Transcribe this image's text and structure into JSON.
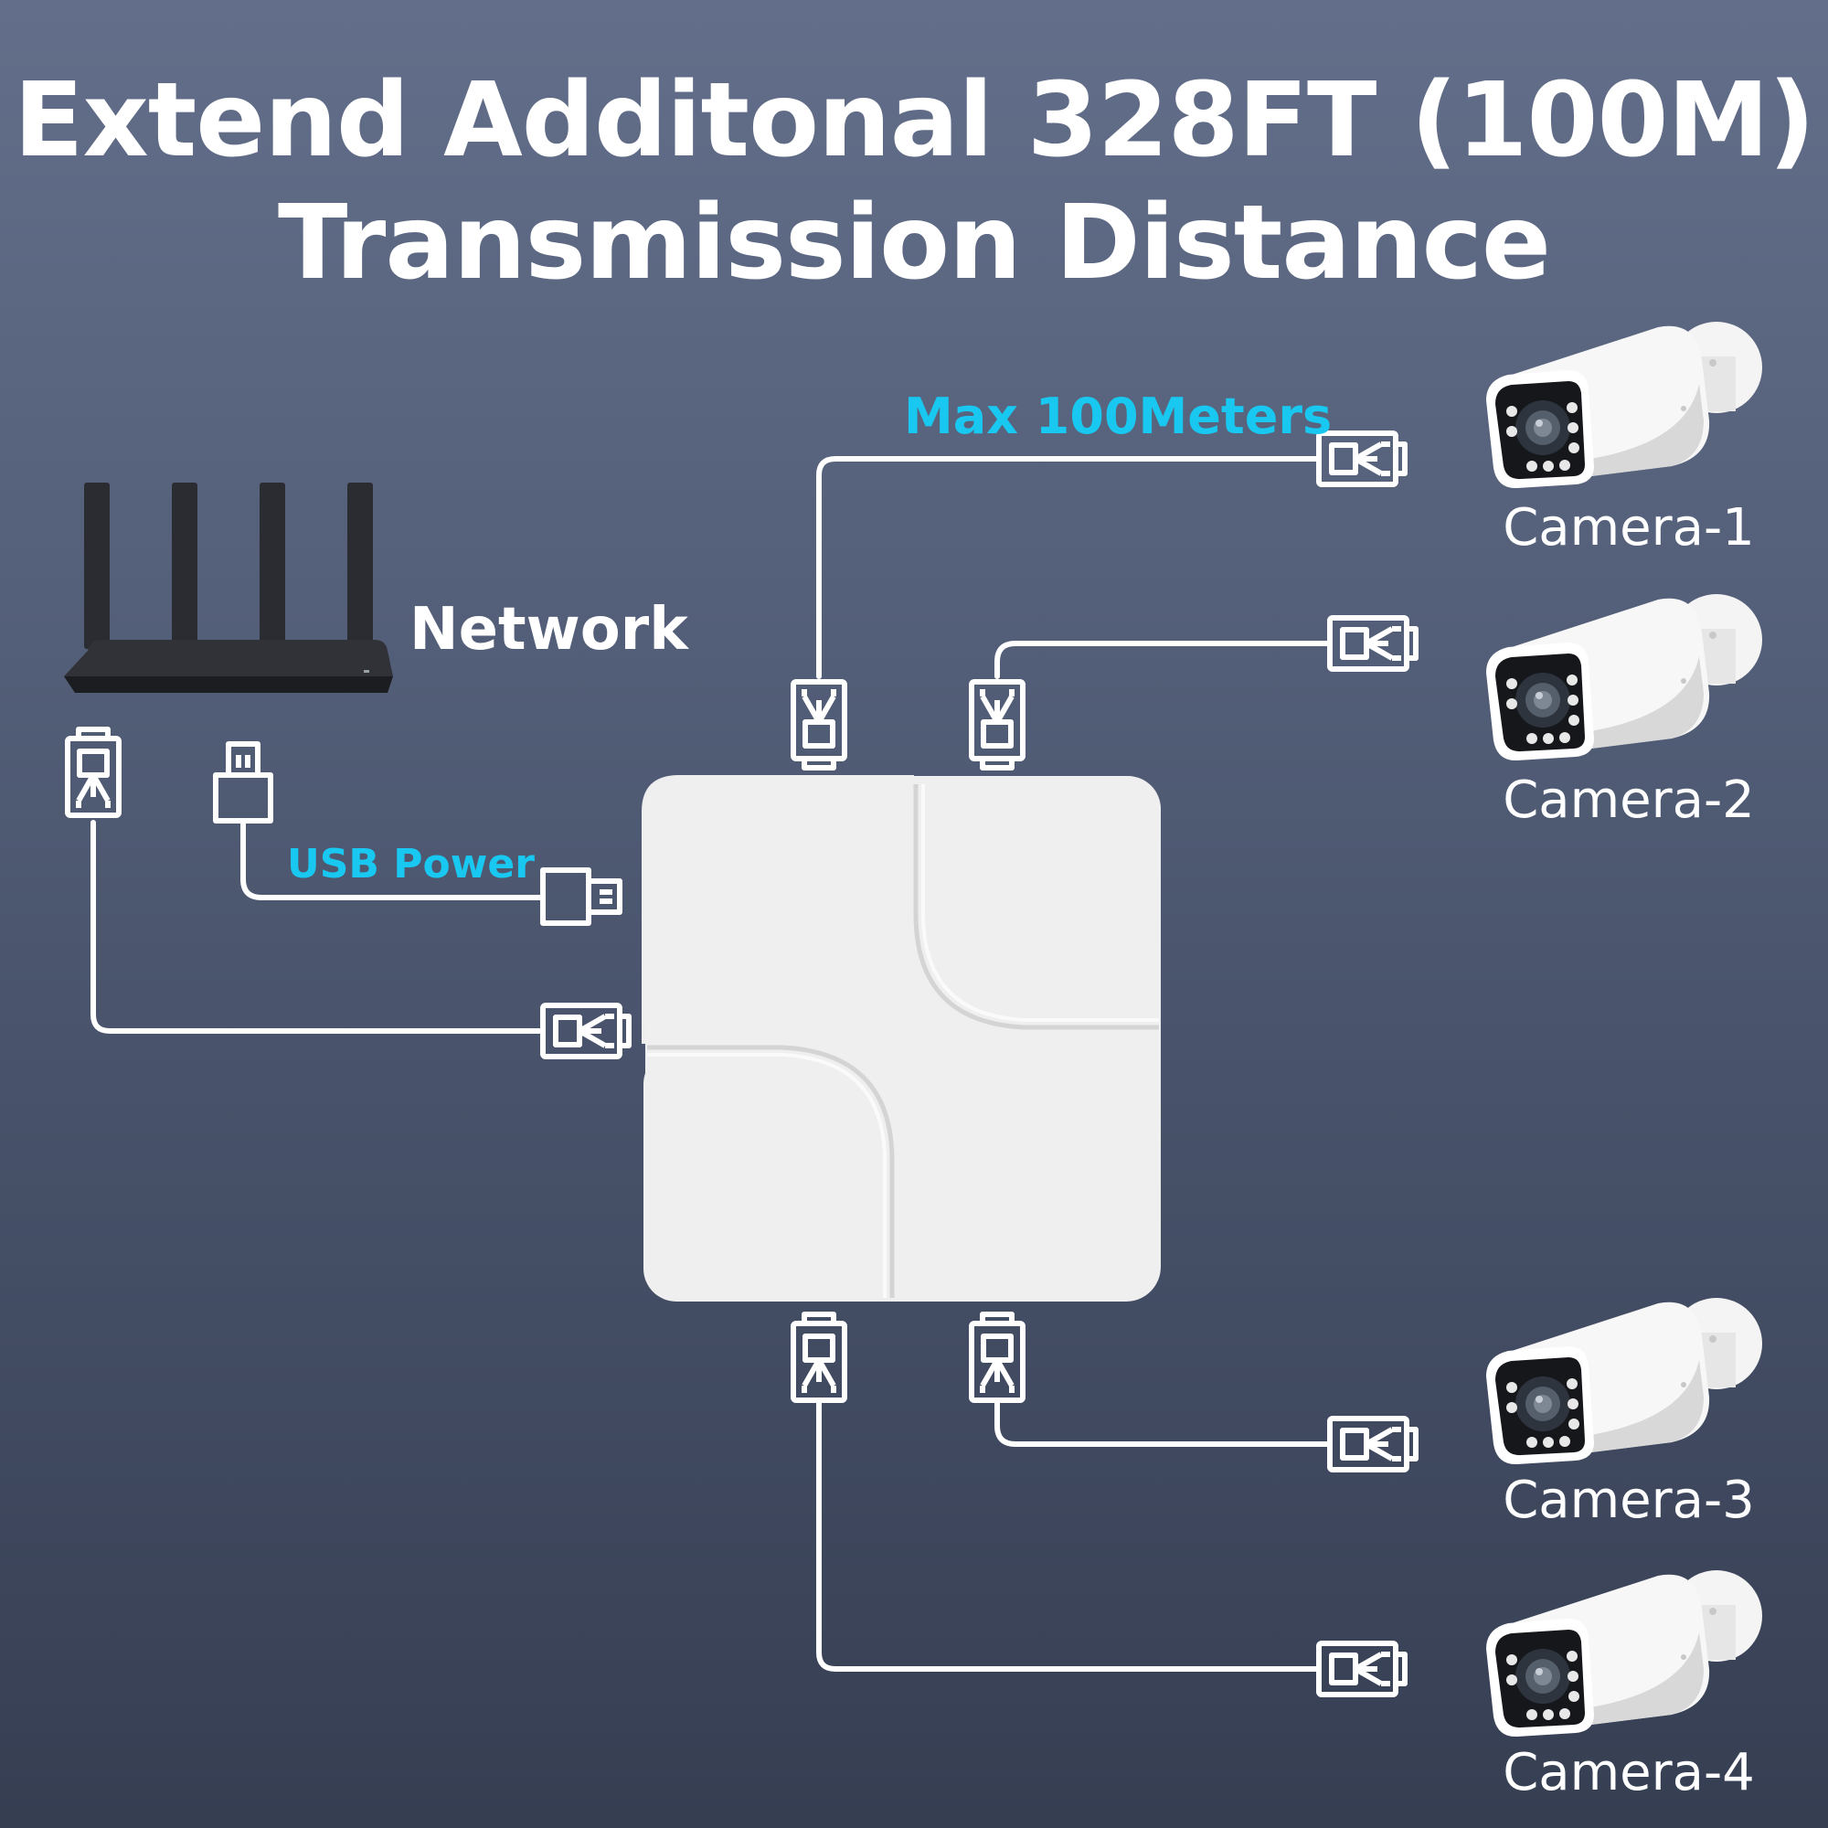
{
  "title": {
    "line1": "Extend Additonal 328FT (100M)",
    "line2": "Transmission Distance"
  },
  "labels": {
    "max_distance": "Max 100Meters",
    "network": "Network",
    "usb_power": "USB Power"
  },
  "cameras": [
    {
      "label": "Camera-1"
    },
    {
      "label": "Camera-2"
    },
    {
      "label": "Camera-3"
    },
    {
      "label": "Camera-4"
    }
  ],
  "icons": {
    "router": "router-icon",
    "switch": "poe-switch-icon",
    "ethernet": "rj45-plug-icon",
    "usb": "usb-plug-icon",
    "camera": "bullet-camera-icon"
  },
  "colors": {
    "background_top": "#636f8a",
    "background_bottom": "#363e52",
    "accent": "#18c8f0",
    "text": "#ffffff",
    "router": "#232529",
    "switch": "#ededed"
  }
}
